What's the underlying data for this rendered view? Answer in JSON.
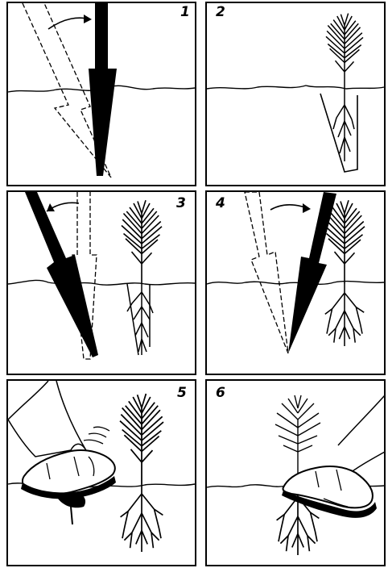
{
  "diagram": {
    "panels": [
      {
        "id": 1,
        "label": "1",
        "content": "dibble-inserted-vertical"
      },
      {
        "id": 2,
        "label": "2",
        "content": "seedling-placed-in-slit"
      },
      {
        "id": 3,
        "label": "3",
        "content": "dibble-inserted-angled"
      },
      {
        "id": 4,
        "label": "4",
        "content": "dibble-pushed-to-close-slit"
      },
      {
        "id": 5,
        "label": "5",
        "content": "boot-firms-soil"
      },
      {
        "id": 6,
        "label": "6",
        "content": "boot-final-firming"
      }
    ],
    "colors": {
      "ink": "#000000",
      "paper": "#ffffff"
    }
  }
}
